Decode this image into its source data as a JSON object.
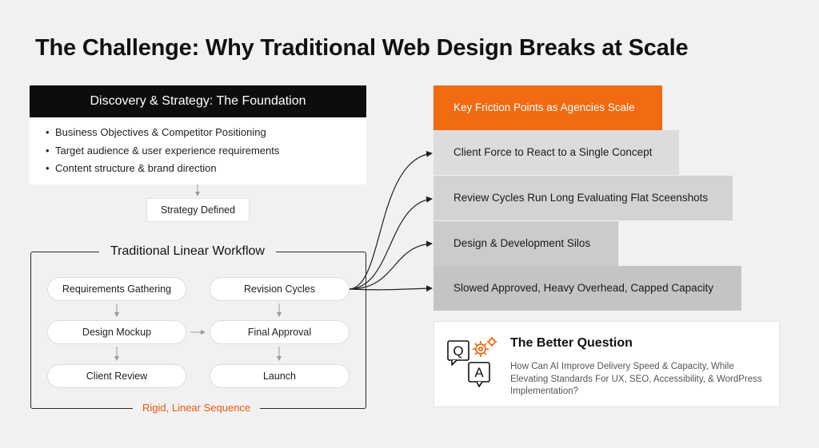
{
  "title": "The Challenge: Why Traditional Web Design Breaks at Scale",
  "discovery": {
    "heading": "Discovery & Strategy: The Foundation",
    "items": [
      "Business Objectives & Competitor Positioning",
      "Target audience & user experience requirements",
      "Content structure & brand direction"
    ],
    "result": "Strategy Defined"
  },
  "workflow": {
    "title": "Traditional Linear Workflow",
    "footer": "Rigid, Linear Sequence",
    "left_steps": [
      "Requirements Gathering",
      "Design Mockup",
      "Client Review"
    ],
    "right_steps": [
      "Revision Cycles",
      "Final Approval",
      "Launch"
    ]
  },
  "friction": {
    "heading": "Key Friction Points as Agencies Scale",
    "items": [
      "Client Force to React to a Single Concept",
      "Review Cycles Run Long Evaluating Flat Sceenshots",
      "Design & Development Silos",
      "Slowed Approved, Heavy Overhead, Capped Capacity"
    ]
  },
  "better_question": {
    "title": "The Better Question",
    "text": "How Can AI Improve Delivery Speed & Capacity, While Elevating Standards For UX, SEO, Accessibility, & WordPress Implementation?",
    "icon_letters": [
      "Q",
      "A"
    ]
  },
  "colors": {
    "accent": "#f26a11",
    "dark": "#0d0d0d",
    "bar_light": "#dcdcdc",
    "bar_mid": "#cfcfcf",
    "bar_dark": "#c4c4c4",
    "footer_text": "#e8590c"
  },
  "icons": [
    "qa-chat-gear-icon",
    "arrow-down-icon",
    "arrow-right-icon",
    "connector-arrow-icon"
  ]
}
